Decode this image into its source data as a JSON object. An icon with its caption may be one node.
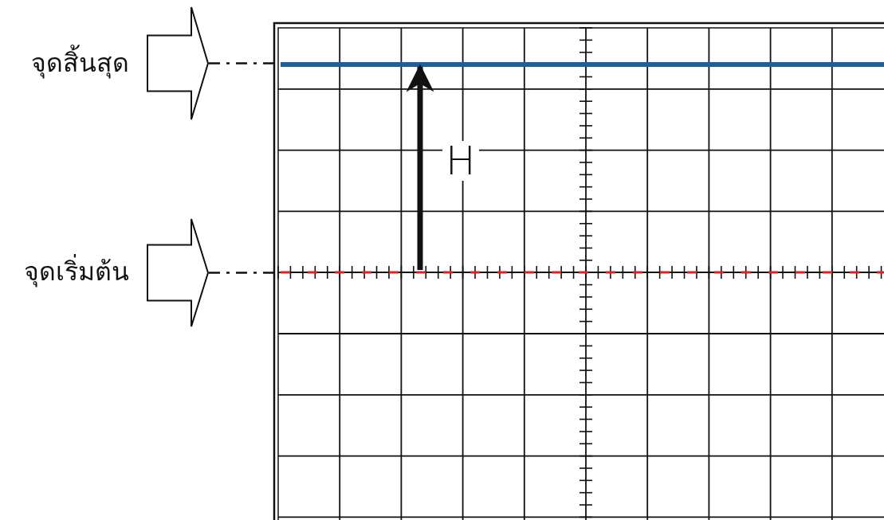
{
  "diagram": {
    "nodes": [
      {
        "text": [],
        "shape": "arrow",
        "beside": [
          "จุดสิ้นสุด"
        ]
      },
      {
        "text": [],
        "shape": "arrow",
        "beside": [
          "จุดเริ่มต้น"
        ]
      },
      {
        "text": [],
        "shape": "line"
      },
      {
        "text": [],
        "shape": "line"
      }
    ],
    "edges": [
      {
        "from": 0,
        "to": 2,
        "arrow": "none",
        "style": "dashed"
      },
      {
        "from": 1,
        "to": 3,
        "arrow": "none",
        "style": "dashed"
      },
      {
        "from": 3,
        "to": 2,
        "arrow": "to",
        "label": "H",
        "style": "thick"
      }
    ]
  }
}
